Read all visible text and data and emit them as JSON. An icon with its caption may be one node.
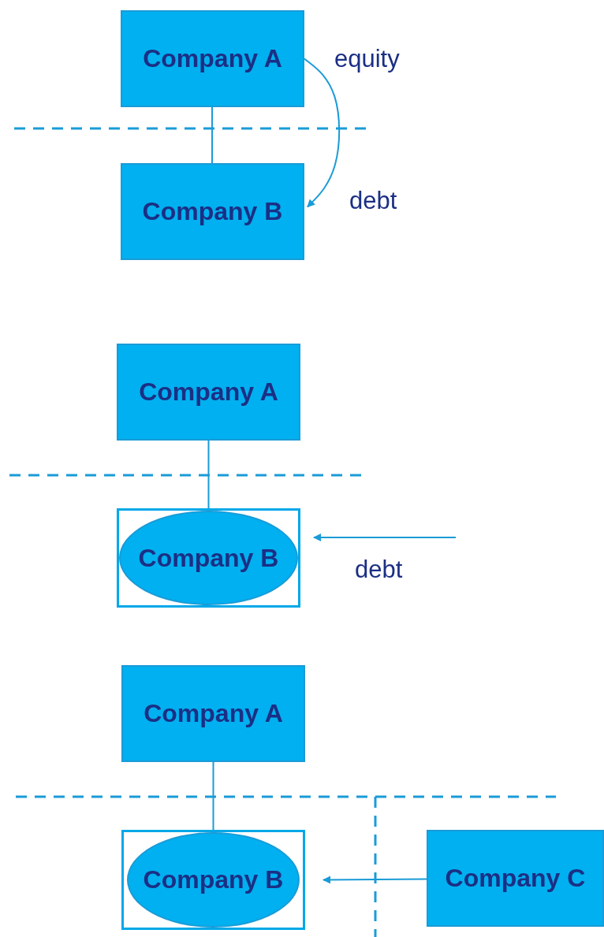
{
  "diagram": {
    "nodes": [
      {
        "text": [
          "Company A"
        ]
      },
      {
        "text": [
          "Company B"
        ]
      },
      {
        "text": [
          "Company A"
        ]
      },
      {
        "text": [],
        "shape": "box"
      },
      {
        "text": [
          "Company B"
        ],
        "in": 3
      },
      {
        "text": [
          "Company A"
        ]
      },
      {
        "text": [],
        "shape": "box"
      },
      {
        "text": [
          "Company B"
        ],
        "in": 6
      },
      {
        "text": [
          "Company C"
        ]
      }
    ],
    "edges": [
      {
        "from": 0,
        "to": 1,
        "arrow": "none"
      },
      {
        "from": 0,
        "to": 1,
        "arrow": "to"
      },
      {
        "from": 2,
        "to": 3,
        "arrow": "none"
      },
      {
        "from": null,
        "to": 3,
        "arrow": "to"
      },
      {
        "from": 5,
        "to": 6,
        "arrow": "none"
      },
      {
        "from": 8,
        "to": 6,
        "arrow": "to"
      }
    ],
    "labels": [
      "equity",
      "debt",
      "debt"
    ]
  }
}
